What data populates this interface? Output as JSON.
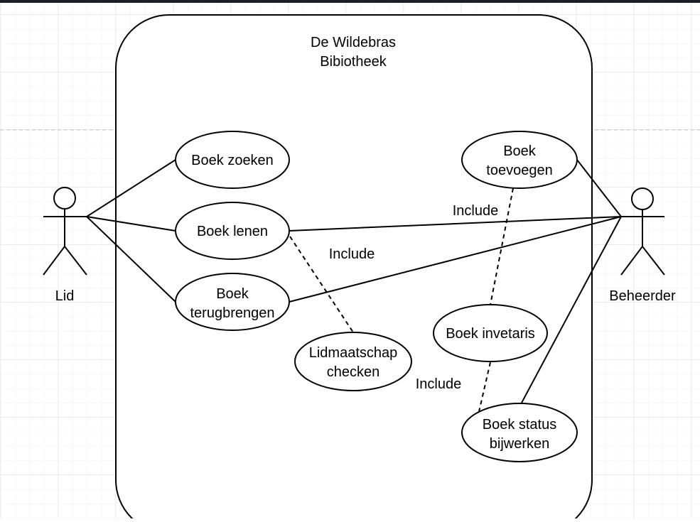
{
  "diagram": {
    "type": "uml-use-case",
    "system_boundary": {
      "title_lines": [
        "De Wildebras",
        "Bibiotheek"
      ]
    },
    "actors": [
      {
        "id": "lid",
        "label": "Lid"
      },
      {
        "id": "beheerder",
        "label": "Beheerder"
      }
    ],
    "use_cases": [
      {
        "id": "zoeken",
        "lines": [
          "Boek zoeken"
        ]
      },
      {
        "id": "lenen",
        "lines": [
          "Boek lenen"
        ]
      },
      {
        "id": "terug",
        "lines": [
          "Boek",
          "terugbrengen"
        ]
      },
      {
        "id": "lidmaat",
        "lines": [
          "Lidmaatschap",
          "checken"
        ]
      },
      {
        "id": "toevoegen",
        "lines": [
          "Boek",
          "toevoegen"
        ]
      },
      {
        "id": "invetaris",
        "lines": [
          "Boek invetaris"
        ]
      },
      {
        "id": "status",
        "lines": [
          "Boek status",
          "bijwerken"
        ]
      }
    ],
    "associations": [
      {
        "from": "lid",
        "to": "zoeken"
      },
      {
        "from": "lid",
        "to": "lenen"
      },
      {
        "from": "lid",
        "to": "terug"
      },
      {
        "from": "beheerder",
        "to": "toevoegen"
      },
      {
        "from": "beheerder",
        "to": "lenen"
      },
      {
        "from": "beheerder",
        "to": "terug"
      },
      {
        "from": "beheerder",
        "to": "status"
      }
    ],
    "includes": [
      {
        "from": "lenen",
        "to": "lidmaat",
        "label": "Include"
      },
      {
        "from": "toevoegen",
        "to": "invetaris",
        "label": "Include"
      },
      {
        "from": "invetaris",
        "to": "status",
        "label": "Include"
      }
    ],
    "colors": {
      "stroke": "#000000",
      "grid_minor": "#f0f0f0",
      "grid_major": "#e0e0e0",
      "topbar": "#1e1f24"
    }
  }
}
